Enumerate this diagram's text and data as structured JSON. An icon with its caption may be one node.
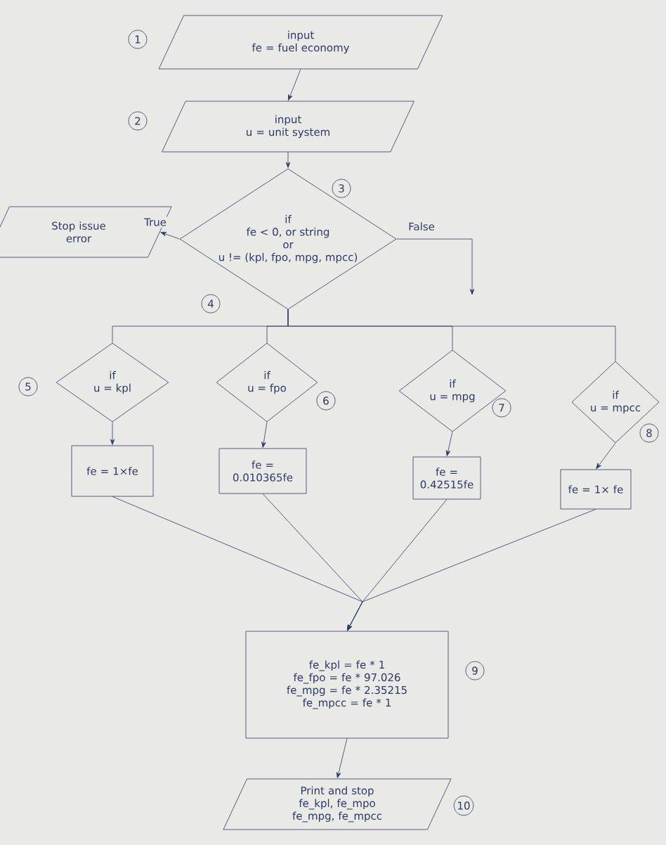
{
  "diagram": {
    "nodes": [
      {
        "text": [
          "input",
          "fe = fuel economy"
        ],
        "beside": [
          "1"
        ]
      },
      {
        "text": [
          "input",
          "u = unit system"
        ],
        "beside": [
          "2"
        ]
      },
      {
        "text": [
          "if",
          "fe < 0, or string",
          "or",
          "u != (kpl, fpo, mpg, mpcc)"
        ],
        "beside": [
          "3"
        ]
      },
      {
        "text": [
          "Stop issue error"
        ]
      },
      {
        "text": [
          "if",
          "u = kpl"
        ],
        "beside": [
          "5"
        ]
      },
      {
        "text": [
          "if",
          "u = fpo"
        ],
        "beside": [
          "6"
        ]
      },
      {
        "text": [
          "if",
          "u = mpg"
        ],
        "beside": [
          "7"
        ]
      },
      {
        "text": [
          "if",
          "u = mpcc"
        ],
        "beside": [
          "8"
        ]
      },
      {
        "text": [
          "fe = 1×fe"
        ]
      },
      {
        "text": [
          "fe = 0.010365fe"
        ]
      },
      {
        "text": [
          "fe = 0.42515fe"
        ]
      },
      {
        "text": [
          "fe = 1× fe"
        ]
      },
      {
        "text": [
          "fe_kpl = fe * 1",
          "fe_fpo = fe * 97.026",
          "fe_mpg = fe * 2.35215",
          "fe_mpcc = fe * 1"
        ],
        "beside": [
          "9"
        ]
      },
      {
        "text": [
          "Print and stop",
          "fe_kpl, fe_mpo",
          "fe_mpg, fe_mpcc"
        ],
        "beside": [
          "10"
        ]
      }
    ],
    "edges": [
      {
        "from": 0,
        "to": 1,
        "arrow": "to"
      },
      {
        "from": 1,
        "to": 2,
        "arrow": "to"
      },
      {
        "from": 2,
        "to": 3,
        "arrow": "to",
        "label": "True"
      },
      {
        "from": 2,
        "to": null,
        "arrow": "to",
        "label": "False"
      },
      {
        "from": 2,
        "to": 4,
        "arrow": "none"
      },
      {
        "from": 2,
        "to": 5,
        "arrow": "none"
      },
      {
        "from": 2,
        "to": 6,
        "arrow": "none"
      },
      {
        "from": 2,
        "to": 7,
        "arrow": "none"
      },
      {
        "from": 4,
        "to": 8,
        "arrow": "to"
      },
      {
        "from": 5,
        "to": 9,
        "arrow": "to"
      },
      {
        "from": 6,
        "to": 10,
        "arrow": "to"
      },
      {
        "from": 7,
        "to": 11,
        "arrow": "to"
      },
      {
        "from": 8,
        "to": 12,
        "arrow": "to"
      },
      {
        "from": 9,
        "to": 12,
        "arrow": "to"
      },
      {
        "from": 10,
        "to": 12,
        "arrow": "to"
      },
      {
        "from": 11,
        "to": 12,
        "arrow": "to"
      },
      {
        "from": 12,
        "to": 13,
        "arrow": "to"
      }
    ],
    "labels": [
      "4"
    ]
  }
}
